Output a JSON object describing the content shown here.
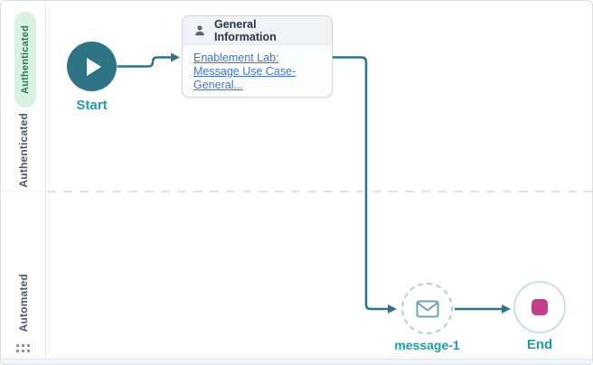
{
  "canvas": {
    "lane_badge": "Authenticated",
    "lanes": [
      {
        "label": "Authenticated"
      },
      {
        "label": "Automated"
      }
    ]
  },
  "nodes": {
    "start": {
      "label": "Start"
    },
    "card": {
      "title": "General Information",
      "link_text": "Enablement Lab: Message Use Case- General..."
    },
    "message": {
      "label": "message-1"
    },
    "end": {
      "label": "End"
    }
  },
  "icons": {
    "start": "play-icon",
    "card_header": "user-icon",
    "message": "envelope-icon",
    "end": "stop-square-icon",
    "lane_handle": "drag-handle-dots-icon"
  },
  "colors": {
    "node_teal": "#2e7386",
    "label_teal": "#2399a5",
    "link_blue": "#3f73cb",
    "badge_green_bg": "#d8f3e0",
    "badge_green_text": "#2c7d52",
    "end_accent_pink": "#c23f88",
    "dashed_node_border": "#b5cddc",
    "lane_text": "#4b5a6d",
    "lane_divider": "#dfe5eb"
  }
}
